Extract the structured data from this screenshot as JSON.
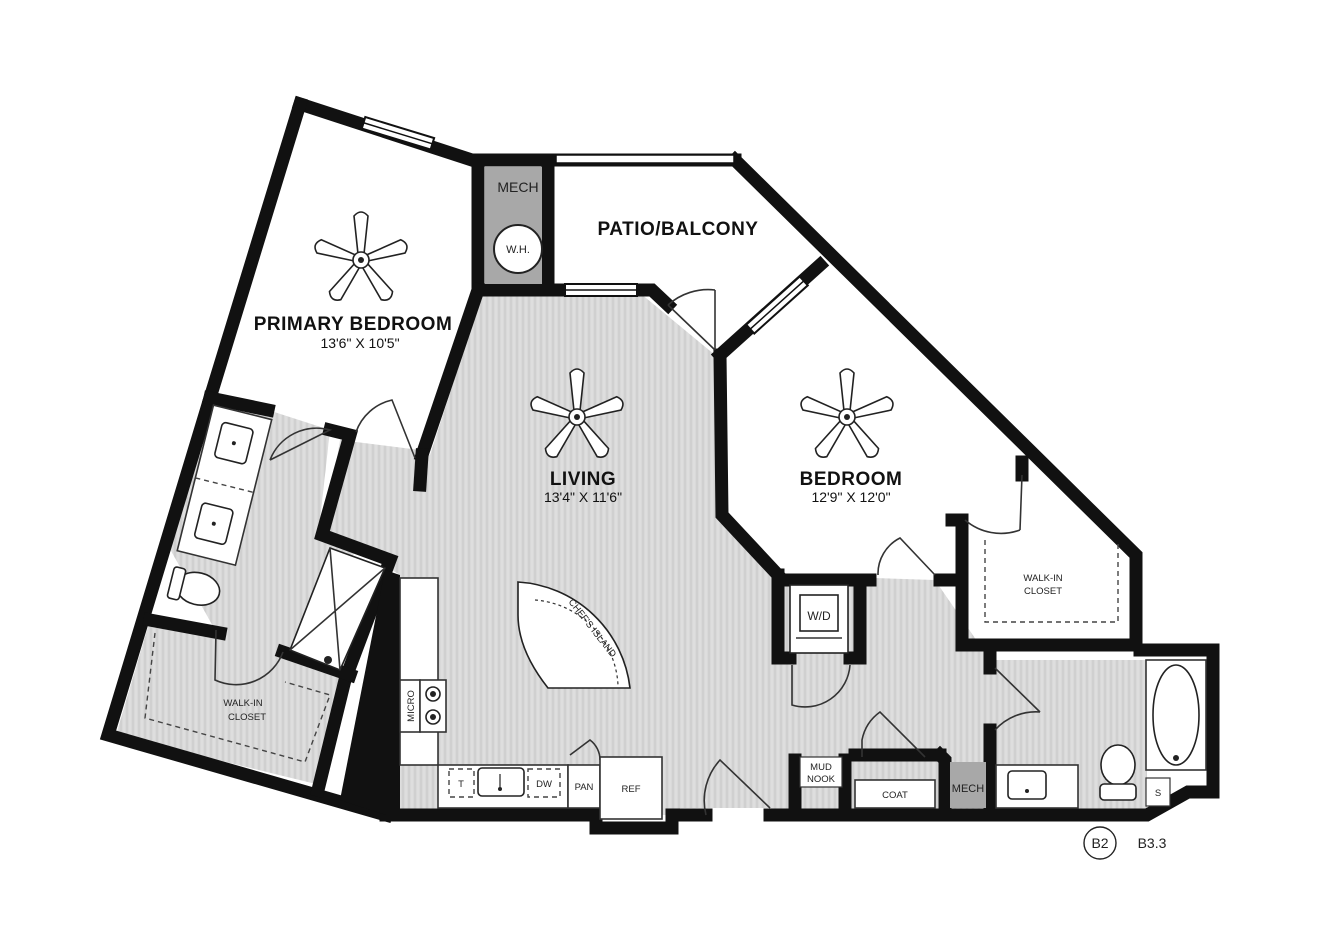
{
  "rooms": {
    "primary_bedroom": {
      "name": "PRIMARY BEDROOM",
      "dim": "13'6\" X 10'5\""
    },
    "living": {
      "name": "LIVING",
      "dim": "13'4\" X 11'6\""
    },
    "bedroom": {
      "name": "BEDROOM",
      "dim": "12'9\" X 12'0\""
    },
    "patio": {
      "name": "PATIO/BALCONY"
    }
  },
  "fixtures": {
    "mech_top": "MECH",
    "water_heater": "W.H.",
    "washer_dryer": "W/D",
    "walk_in_closet_right": [
      "WALK-IN",
      "CLOSET"
    ],
    "walk_in_closet_left": [
      "WALK-IN",
      "CLOSET"
    ],
    "chefs_island": "CHEF'S ISLAND",
    "micro": "MICRO",
    "trash": "T",
    "dishwasher": "DW",
    "pantry": "PAN",
    "refrigerator": "REF",
    "mud_nook": [
      "MUD",
      "NOOK"
    ],
    "coat": "COAT",
    "mech_bottom": "MECH",
    "shelf": "S"
  },
  "plan_codes": {
    "unit": "B2",
    "plan": "B3.3"
  },
  "colors": {
    "wall": "#111111",
    "floor": "#d6d6d6",
    "mech": "#a8a8a8"
  }
}
